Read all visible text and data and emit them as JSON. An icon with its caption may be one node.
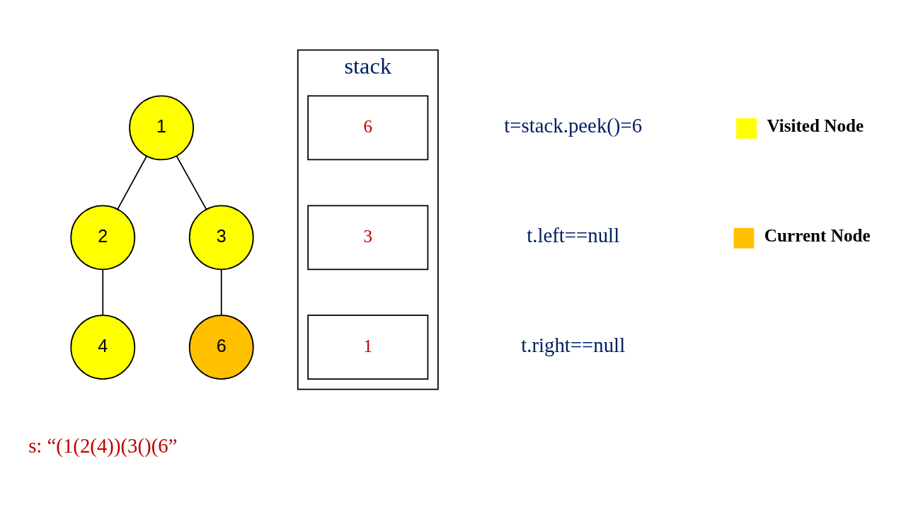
{
  "diagram": {
    "nodes": [
      {
        "text": [
          "1"
        ]
      },
      {
        "text": [
          "2"
        ]
      },
      {
        "text": [
          "3"
        ]
      },
      {
        "text": [
          "4"
        ]
      },
      {
        "text": [
          "6"
        ]
      },
      {
        "text": [
          "stack"
        ]
      },
      {
        "text": [
          "6"
        ],
        "in": 5
      },
      {
        "text": [
          "3"
        ],
        "in": 5
      },
      {
        "text": [
          "1"
        ],
        "in": 5
      }
    ],
    "edges": [
      {
        "from": 0,
        "to": 1,
        "arrow": "none"
      },
      {
        "from": 0,
        "to": 2,
        "arrow": "none"
      },
      {
        "from": 1,
        "to": 3,
        "arrow": "none"
      },
      {
        "from": 2,
        "to": 4,
        "arrow": "none"
      }
    ],
    "labels": [
      "t=stack.peek()=6",
      "t.left==null",
      "t.right==null",
      "s: “(1(2(4))(3()(6”"
    ],
    "legend": [
      {
        "text": "Visited Node",
        "color": "#ffff00"
      },
      {
        "text": "Current Node",
        "color": "#ffc000"
      }
    ]
  }
}
